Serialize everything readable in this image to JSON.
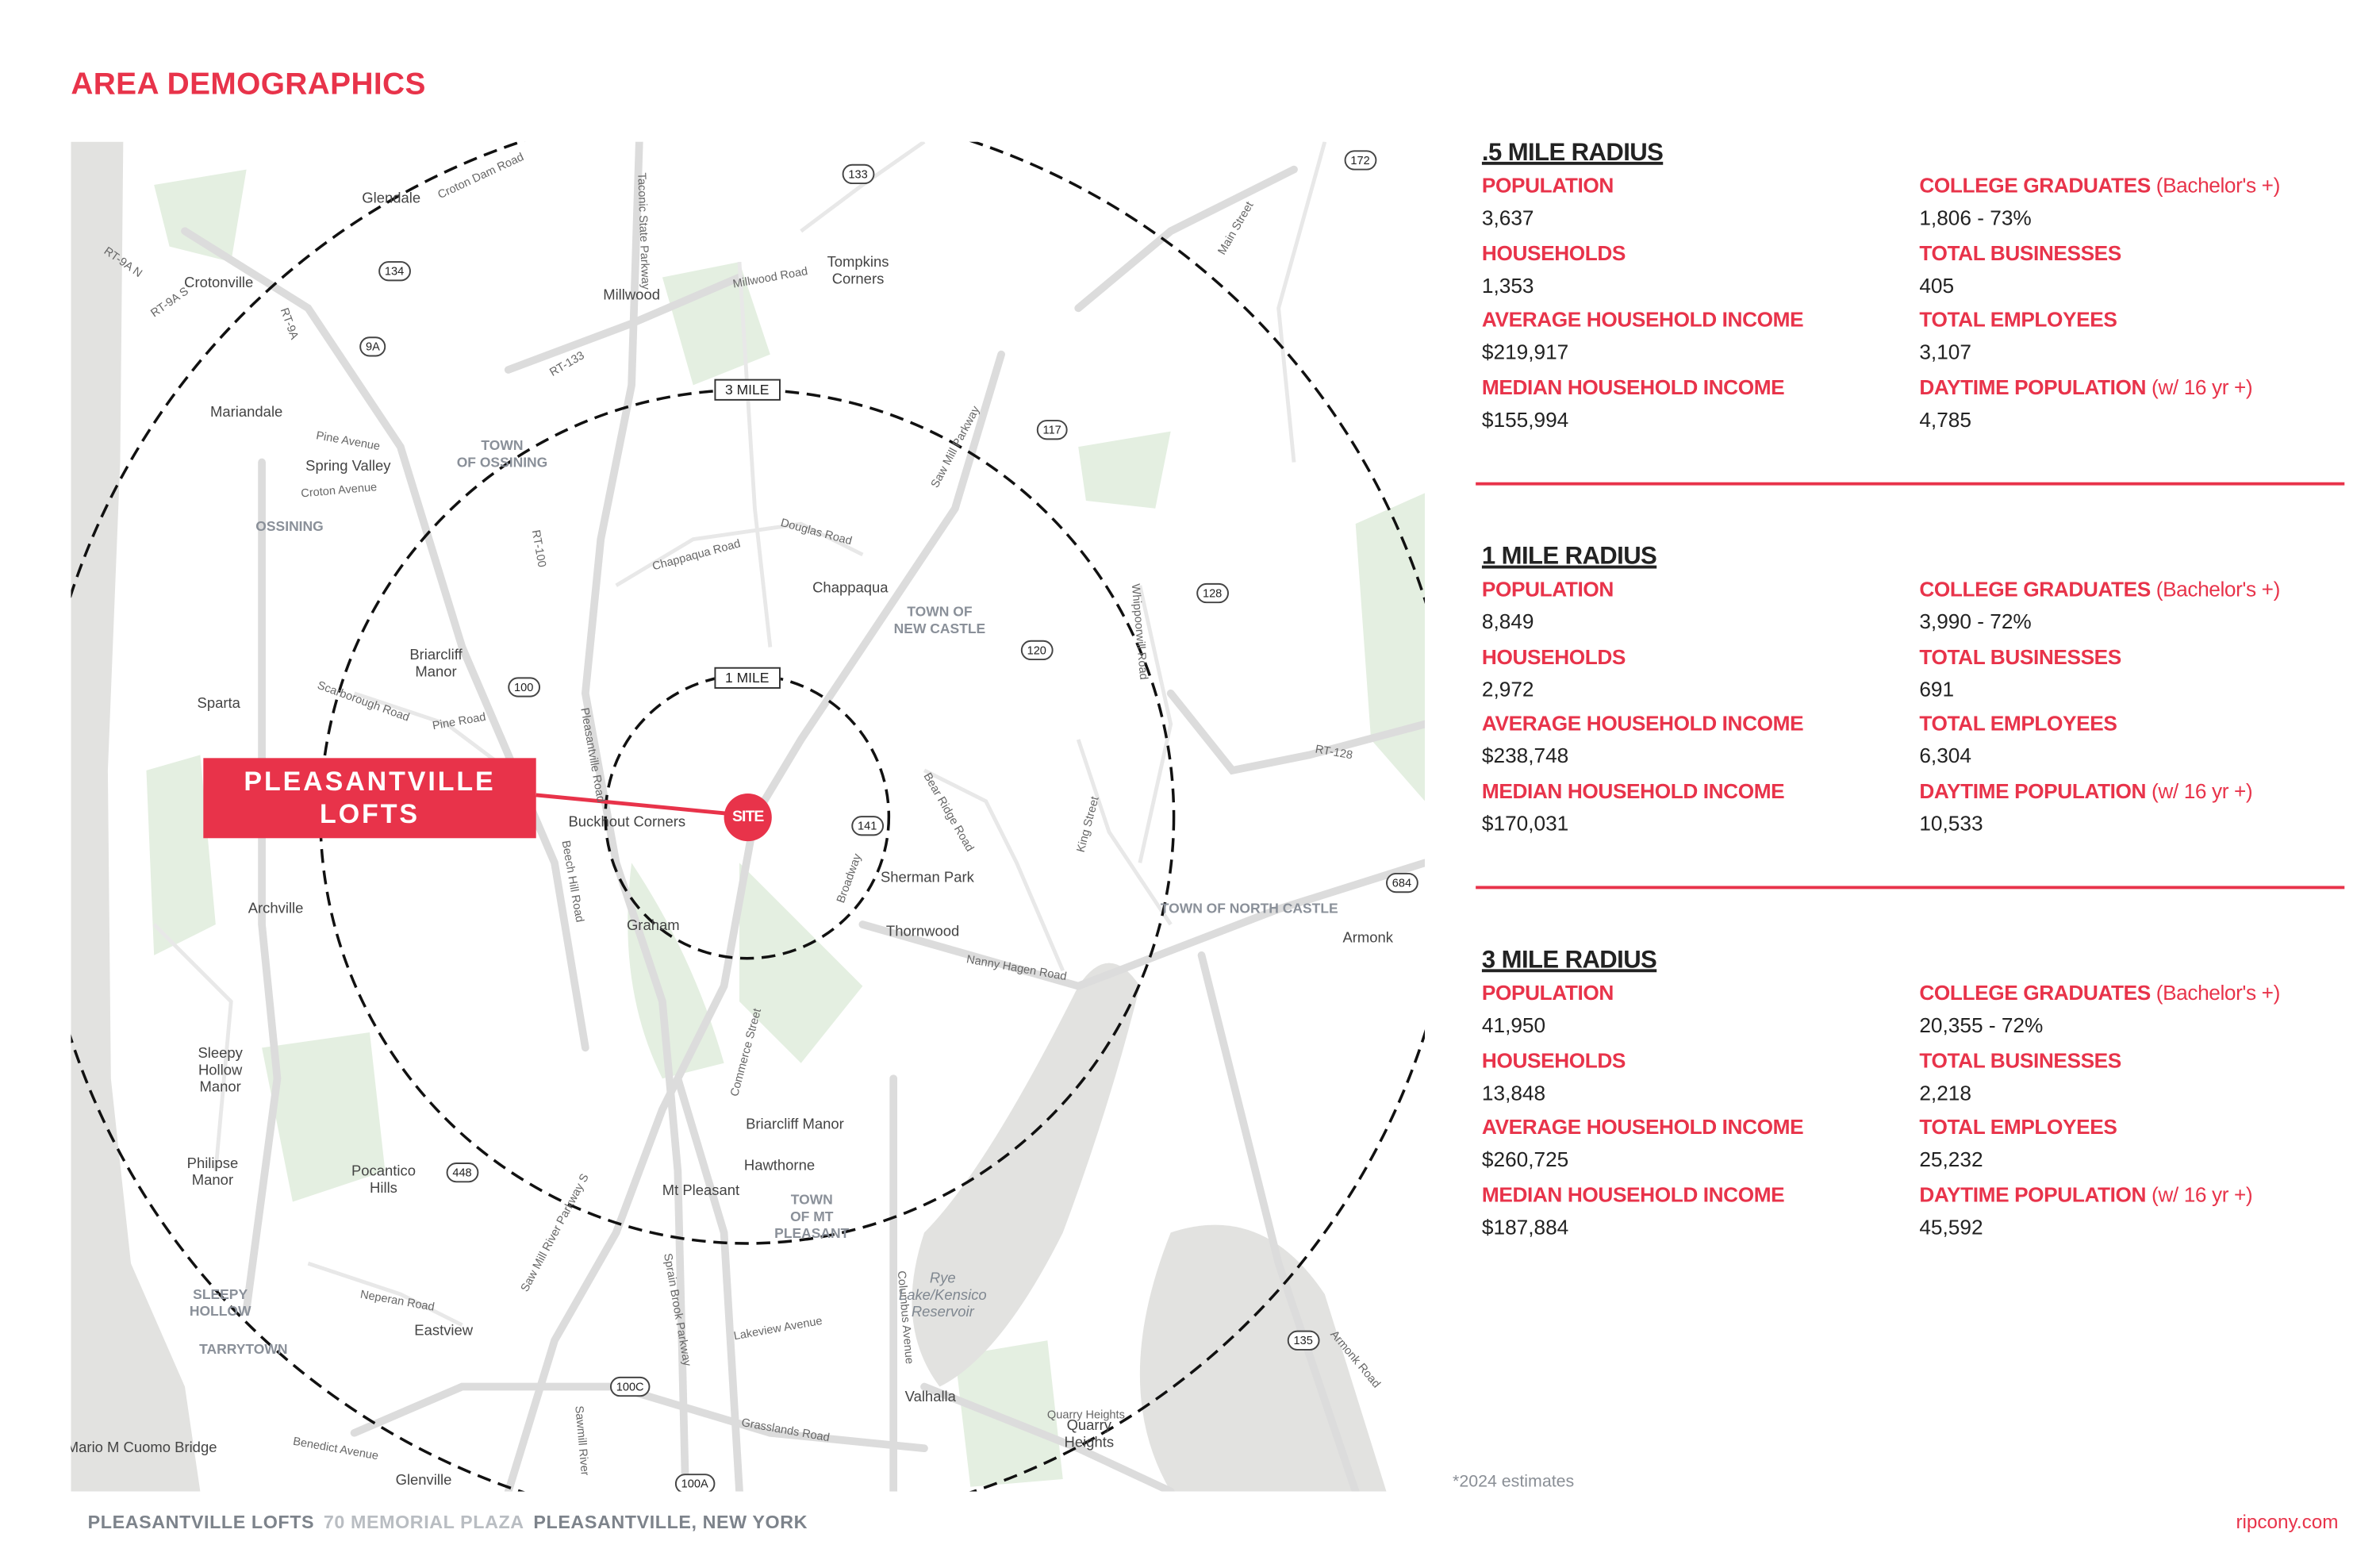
{
  "title": "AREA DEMOGRAPHICS",
  "map": {
    "callout": [
      "PLEASANTVILLE",
      "LOFTS"
    ],
    "site_marker": "SITE",
    "ring_labels": [
      "3 MILE",
      "1 MILE"
    ],
    "places": [
      "Glendale",
      "Crotonville",
      "Mariandale",
      "Spring Valley",
      "Sparta",
      "Briarcliff\nManor",
      "Millwood",
      "Tompkins\nCorners",
      "Chappaqua",
      "Buckhout Corners",
      "Graham",
      "Sherman Park",
      "Thornwood",
      "Archville",
      "Sleepy\nHollow\nManor",
      "Philipse\nManor",
      "Pocantico\nHills",
      "Briarcliff Manor",
      "Hawthorne",
      "Mt Pleasant",
      "Eastview",
      "Valhalla",
      "Quarry\nHeights",
      "Glenville",
      "Armonk",
      "Mario M Cuomo Bridge"
    ],
    "towns": [
      "TOWN\nOF OSSINING",
      "OSSINING",
      "TOWN OF\nNEW CASTLE",
      "TOWN\nOF MT\nPLEASANT",
      "SLEEPY\nHOLLOW",
      "TARRYTOWN",
      "TOWN OF NORTH CASTLE"
    ],
    "roads": [
      "Taconic State Parkway",
      "Saw Mill Parkway",
      "Saw Mill River Parkway S",
      "Sprain Brook Parkway",
      "RT-133",
      "RT-100",
      "RT-9A",
      "RT-9A N",
      "RT-9A S",
      "Croton Dam Road",
      "Millwood Road",
      "Pine Avenue",
      "Croton Avenue",
      "Chappaqua Road",
      "Douglas Road",
      "Pine Road",
      "Scarborough Road",
      "Beech Hill Road",
      "Pleasantville Road",
      "Broadway",
      "Bear Ridge Road",
      "Nanny Hagen Road",
      "Commerce Street",
      "Lakeview Avenue",
      "Grasslands Road",
      "Neperan Road",
      "Benedict Avenue",
      "Whippoorwill Road",
      "King Street",
      "Main Street",
      "RT-128",
      "Quarry Heights",
      "Columbus Avenue",
      "Armonk Road",
      "Sawmill River"
    ],
    "water": "Rye\nLake/Kensico\nReservoir",
    "shields": [
      "133",
      "172",
      "134",
      "9A",
      "117",
      "128",
      "120",
      "100",
      "141",
      "448",
      "100C",
      "100A",
      "684",
      "135"
    ]
  },
  "sections": [
    {
      "heading": ".5 MILE RADIUS",
      "population": "3,637",
      "households": "1,353",
      "avg_income": "$219,917",
      "median_income": "$155,994",
      "college": "1,806 - 73%",
      "businesses": "405",
      "employees": "3,107",
      "daytime": "4,785"
    },
    {
      "heading": "1 MILE RADIUS",
      "population": "8,849",
      "households": "2,972",
      "avg_income": "$238,748",
      "median_income": "$170,031",
      "college": "3,990 - 72%",
      "businesses": "691",
      "employees": "6,304",
      "daytime": "10,533"
    },
    {
      "heading": "3 MILE RADIUS",
      "population": "41,950",
      "households": "13,848",
      "avg_income": "$260,725",
      "median_income": "$187,884",
      "college": "20,355 - 72%",
      "businesses": "2,218",
      "employees": "25,232",
      "daytime": "45,592"
    }
  ],
  "labels": {
    "population": "POPULATION",
    "households": "HOUSEHOLDS",
    "avg_income": "AVERAGE HOUSEHOLD INCOME",
    "median_income": "MEDIAN HOUSEHOLD INCOME",
    "college": "COLLEGE GRADUATES",
    "college_note": "(Bachelor's +)",
    "businesses": "TOTAL BUSINESSES",
    "employees": "TOTAL EMPLOYEES",
    "daytime": "DAYTIME POPULATION",
    "daytime_note": "(w/ 16 yr +)"
  },
  "note": "*2024 estimates",
  "footer": {
    "property": "PLEASANTVILLE LOFTS",
    "address": "70 MEMORIAL PLAZA",
    "city": "PLEASANTVILLE, NEW YORK",
    "url": "ripcony.com"
  },
  "colors": {
    "accent": "#e8334a",
    "text": "#222222",
    "muted": "#7d838b"
  }
}
